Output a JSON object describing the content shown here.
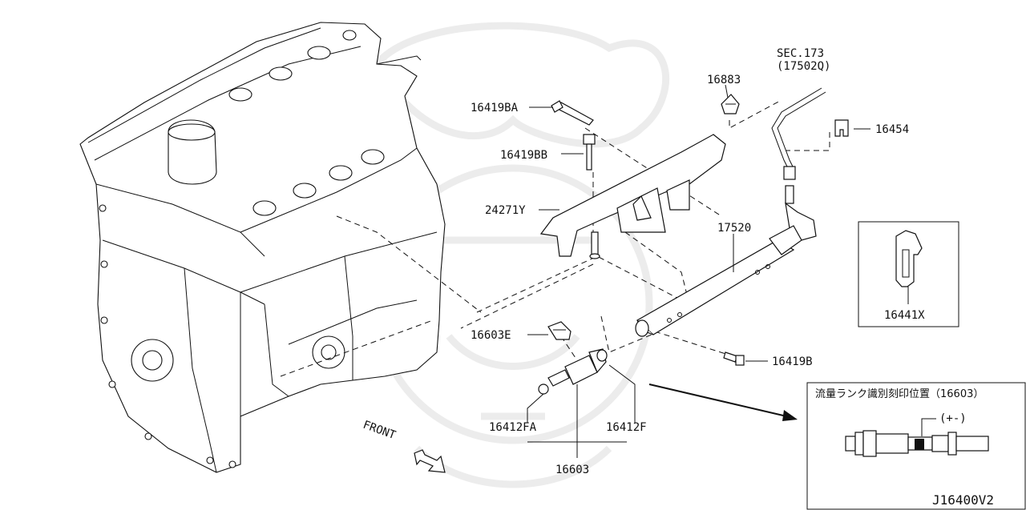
{
  "diagram_id": "J16400V2",
  "callouts": {
    "p16419BA": "16419BA",
    "p16419BB": "16419BB",
    "p24271Y": "24271Y",
    "p16883": "16883",
    "sec_ref": "SEC.173",
    "sec_ref_part": "(17502Q)",
    "p16454": "16454",
    "p17520": "17520",
    "p16441X": "16441X",
    "p16603E": "16603E",
    "p16419B": "16419B",
    "p16412FA": "16412FA",
    "p16412F": "16412F",
    "p16603": "16603"
  },
  "front_label": "FRONT",
  "detail_box": {
    "title": "流量ランク識別刻印位置（16603）",
    "mark": "(+-)"
  },
  "icons": [
    "engine-block-icon",
    "fuel-rail-icon",
    "fuel-injector-icon",
    "clip-icon",
    "bolt-icon",
    "front-arrow-icon"
  ]
}
